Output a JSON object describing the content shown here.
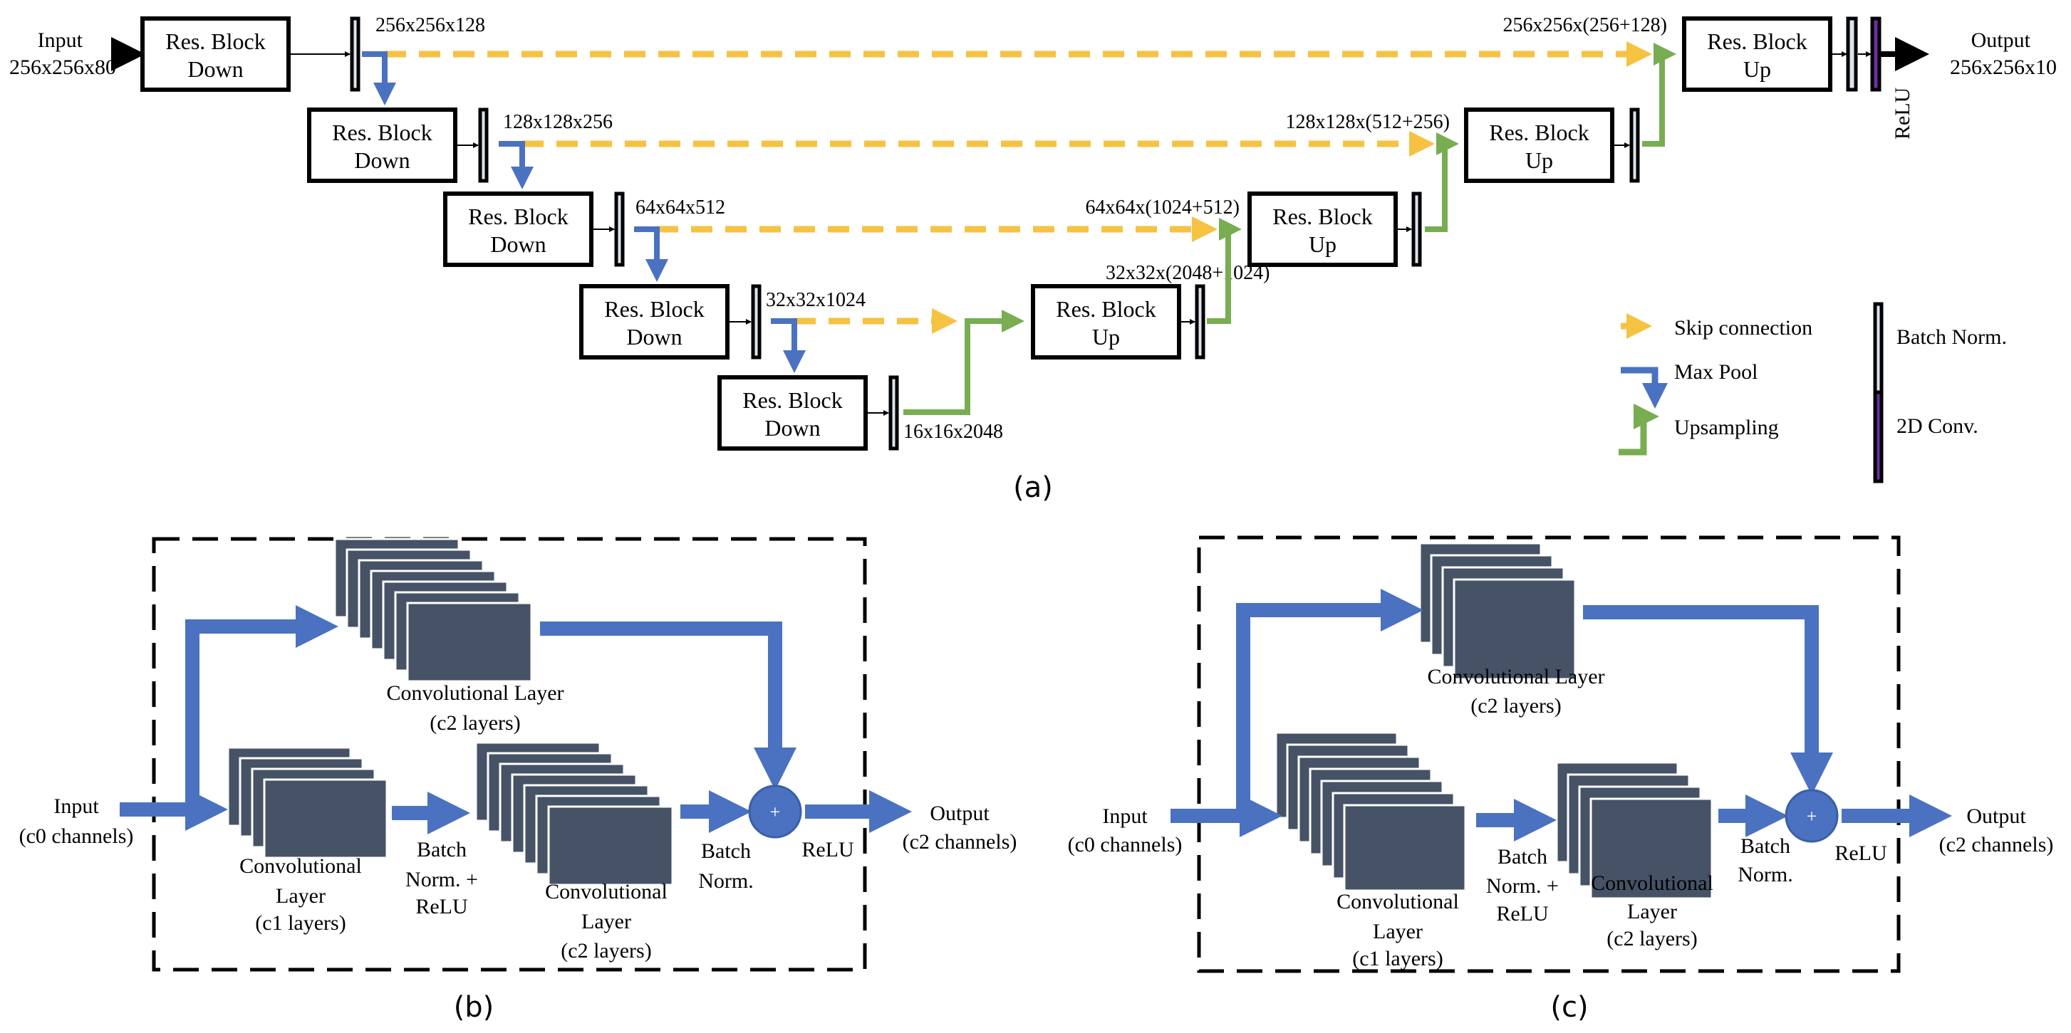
{
  "panel_a": {
    "caption": "(a)",
    "input_label": [
      "Input",
      "256x256x80"
    ],
    "output_label": [
      "Output",
      "256x256x10"
    ],
    "relu_label": "ReLU",
    "down_blocks": [
      {
        "label": [
          "Res. Block",
          "Down"
        ],
        "dims": "256x256x128"
      },
      {
        "label": [
          "Res. Block",
          "Down"
        ],
        "dims": "128x128x256"
      },
      {
        "label": [
          "Res. Block",
          "Down"
        ],
        "dims": "64x64x512"
      },
      {
        "label": [
          "Res. Block",
          "Down"
        ],
        "dims": "32x32x1024"
      },
      {
        "label": [
          "Res. Block",
          "Down"
        ],
        "dims": "16x16x2048"
      }
    ],
    "up_blocks": [
      {
        "label": [
          "Res. Block",
          "Up"
        ],
        "dims": "256x256x(256+128)"
      },
      {
        "label": [
          "Res. Block",
          "Up"
        ],
        "dims": "128x128x(512+256)"
      },
      {
        "label": [
          "Res. Block",
          "Up"
        ],
        "dims": "64x64x(1024+512)"
      },
      {
        "label": [
          "Res. Block",
          "Up"
        ],
        "dims": "32x32x(2048+1024)"
      }
    ],
    "legend": {
      "skip": "Skip connection",
      "maxpool": "Max Pool",
      "upsampling": "Upsampling",
      "batchnorm": "Batch Norm.",
      "conv2d": "2D Conv."
    }
  },
  "panel_b": {
    "caption": "(b)",
    "input": [
      "Input",
      "(c0 channels)"
    ],
    "output": [
      "Output",
      "(c2 channels)"
    ],
    "top_conv": [
      "Convolutional Layer",
      "(c2 layers)"
    ],
    "conv1": [
      "Convolutional",
      "Layer",
      "(c1 layers)"
    ],
    "conv2": [
      "Convolutional",
      "Layer",
      "(c2 layers)"
    ],
    "bn_relu": [
      "Batch",
      "Norm. +",
      "ReLU"
    ],
    "bn": [
      "Batch",
      "Norm."
    ],
    "relu": "ReLU",
    "plus": "+"
  },
  "panel_c": {
    "caption": "(c)",
    "input": [
      "Input",
      "(c0 channels)"
    ],
    "output": [
      "Output",
      "(c2 channels)"
    ],
    "top_conv": [
      "Convolutional Layer",
      "(c2 layers)"
    ],
    "conv1": [
      "Convolutional",
      "Layer",
      "(c1 layers)"
    ],
    "conv2": [
      "Convolutional",
      "Layer",
      "(c2 layers)"
    ],
    "bn_relu": [
      "Batch",
      "Norm. +",
      "ReLU"
    ],
    "bn": [
      "Batch",
      "Norm."
    ],
    "relu": "ReLU",
    "plus": "+"
  },
  "colors": {
    "skip": "#F5C242",
    "maxpool": "#4A72C0",
    "upsampling": "#78AD52",
    "conv2d": "#6B2FA0",
    "batchnorm_fill": "#DDE3EC",
    "layer": "#465266",
    "arrow_blue": "#4A72C0"
  }
}
